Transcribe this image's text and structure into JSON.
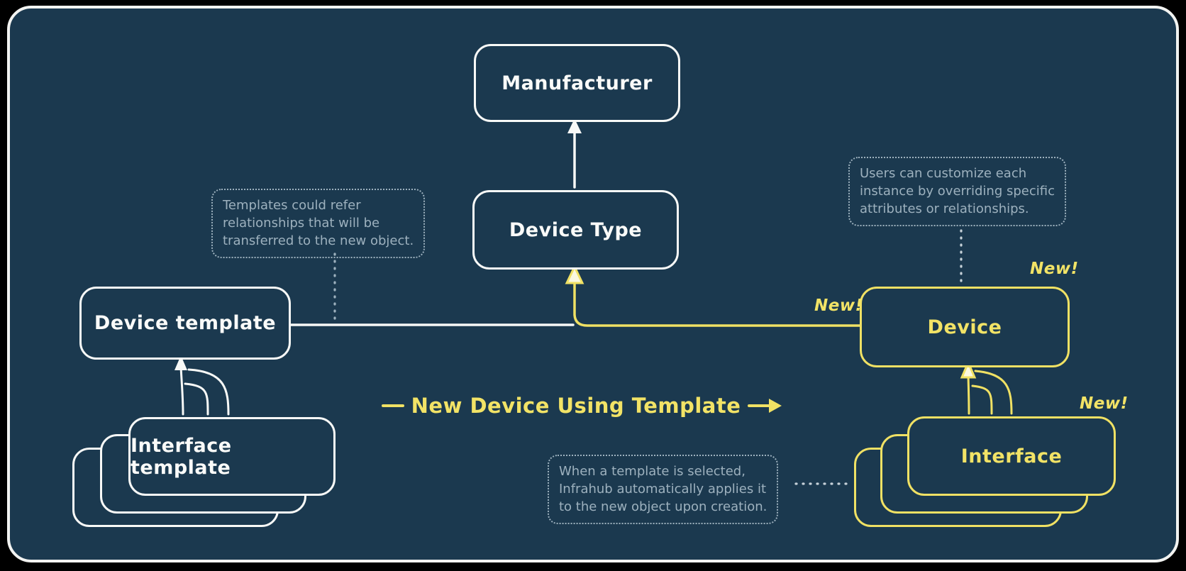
{
  "colors": {
    "background": "#000000",
    "card": "#1b394f",
    "card_border": "#f2f3f1",
    "stroke_white": "#f8f9f7",
    "accent_yellow": "#f0e164",
    "muted_note": "#9db1be"
  },
  "nodes": {
    "manufacturer": {
      "label": "Manufacturer"
    },
    "device_type": {
      "label": "Device Type"
    },
    "device_template": {
      "label": "Device template"
    },
    "interface_template": {
      "label": "Interface template"
    },
    "device": {
      "label": "Device",
      "badge": "New!"
    },
    "interface": {
      "label": "Interface",
      "badge": "New!"
    }
  },
  "flow": {
    "label": "New Device Using Template",
    "line_badge": "New!"
  },
  "annotations": {
    "templates_note": {
      "lines": [
        "Templates could refer",
        "relationships that will be",
        "transferred to the new object."
      ]
    },
    "customize_note": {
      "lines": [
        "Users can customize each",
        "instance by overriding specific",
        "attributes or relationships."
      ]
    },
    "apply_note": {
      "lines": [
        "When a template is selected,",
        "Infrahub automatically applies it",
        "to the new object upon creation."
      ]
    }
  }
}
